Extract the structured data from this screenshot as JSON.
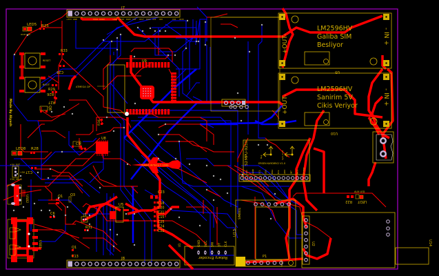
{
  "colors": {
    "background": "#000000",
    "top_copper": "#ff0000",
    "bottom_copper": "#0000ff",
    "silkscreen": "#e8c200",
    "outline": "#a000c0",
    "pad": "#c8b4d8",
    "via": "#b0b0b0"
  },
  "header": {
    "j7_label": "J7",
    "j7_pins": [
      "+3V3",
      "GND",
      "",
      "",
      "TXD0",
      "RXD0",
      "",
      "GND",
      "IO19",
      "IO18",
      "IO5",
      "IO17",
      "IO16",
      "IO4",
      "IO0",
      "",
      "IO2",
      "IO15"
    ]
  },
  "footer": {
    "j8_label": "J8",
    "j8_pin_count": 17
  },
  "modules": {
    "u3": {
      "ref": "U3",
      "line1": "LM2596HV",
      "line2": "Galiba SIM",
      "line3": "Besliyor",
      "out": "+OUT-",
      "in": "- IN +"
    },
    "u10": {
      "ref": "U10",
      "line1": "LM2596HV",
      "line2": "Sanirim 5V",
      "line3": "Cikis Veriyor",
      "out": "+OUT-",
      "in": "- IN +"
    },
    "mpu": {
      "ref": "S2",
      "name": "MPU-9250",
      "subtitle": "ERSEN KAYDIRICI V1.0",
      "pins": [
        "VCC",
        "GND",
        "SCL",
        "SDA",
        "EDA",
        "ECL",
        "AD0",
        "INT",
        "NCS",
        "FSYNC"
      ],
      "axes_left": "Mag",
      "axes_right": "Gyro, Accel"
    },
    "sim": {
      "ref": "U13",
      "name": "SIM800L",
      "header": "P1"
    },
    "u2": {
      "ref": "U2"
    },
    "u14": {
      "ref": "U14"
    },
    "u5": {
      "ref": "U5"
    },
    "u9": {
      "ref": "U9"
    },
    "u8": {
      "ref": "U8"
    },
    "encoder": {
      "ref": "U1",
      "name": "Rotary Encoder",
      "pins": [
        "GND",
        "VCC",
        "SW",
        "DT",
        "CLK"
      ]
    }
  },
  "labels": {
    "led5": "LED5",
    "led5_desc": "IO18 LED",
    "r25": "R25",
    "r33": "R33",
    "c28": "C28",
    "reset": "RESET",
    "boot": "BOOT",
    "r26": "R26",
    "r27": "R27",
    "r29": "R29",
    "q8": "Q8",
    "atmega_cip": "ATMEGA CIP",
    "made_by": "Made By Alyash",
    "led8": "LED8",
    "r28": "R28",
    "c17": "C17",
    "plus5v_ext": "+5V_EXT",
    "plus5v": "+5V",
    "plus5v_vbus": "+5V_VBUS",
    "usb2": "USB2",
    "usb1": "USB1",
    "c9": "C9",
    "r34": "R34",
    "q1": "Q1",
    "q3": "Q3",
    "c6": "C6",
    "j5": "J5",
    "r31": "R31",
    "q1b": "Q1",
    "c13": "C13",
    "c23": "C23",
    "caps": [
      "C18",
      "C20",
      "C21",
      "C15",
      "C25",
      "C24",
      "C22"
    ],
    "airforce": "Turkish Airforce F-104G",
    "aux_led": "AUX LED",
    "led7": "LED7",
    "r22": "R22"
  }
}
